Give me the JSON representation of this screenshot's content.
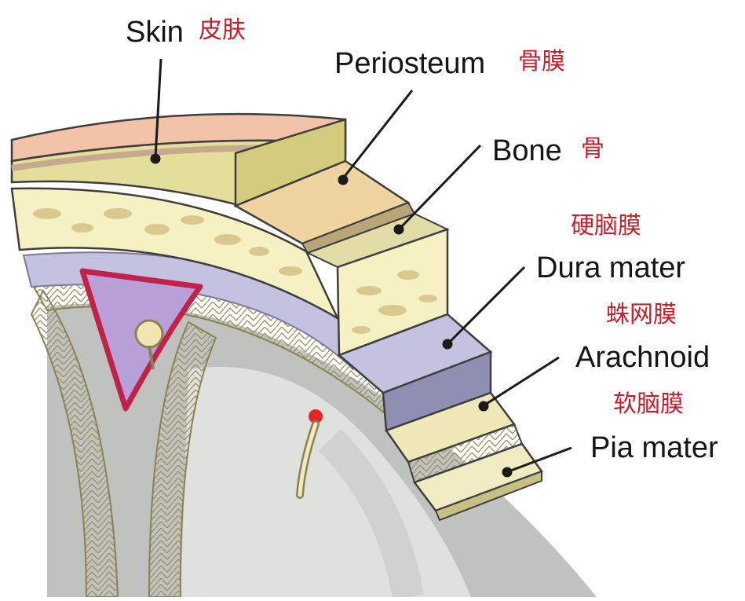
{
  "labels": {
    "skin": {
      "en": "Skin",
      "zh": "皮肤"
    },
    "periosteum": {
      "en": "Periosteum",
      "zh": "骨膜"
    },
    "bone": {
      "en": "Bone",
      "zh": "骨"
    },
    "dura": {
      "en": "Dura mater",
      "zh": "硬脑膜"
    },
    "arachnoid": {
      "en": "Arachnoid",
      "zh": "蛛网膜"
    },
    "pia": {
      "en": "Pia mater",
      "zh": "软脑膜"
    }
  },
  "colors": {
    "label_en": "#151515",
    "label_zh": "#c21f2a",
    "skin": "#f2c3a9",
    "skin_inner": "#c9a98e",
    "subcutis": "#e3df9b",
    "periosteum": "#efd3a1",
    "bone": "#f6f1c2",
    "bone_spots": "#d9c98f",
    "dura": "#c3c2e0",
    "arachnoid": "#efe8b8",
    "pia": "#f0ebc2",
    "brain_outer": "#bfc2bf",
    "brain_inner": "#dee1de",
    "sinus_fill": "#b8a0d8",
    "sinus_border": "#c0224a",
    "vessel": "#e8242b"
  }
}
